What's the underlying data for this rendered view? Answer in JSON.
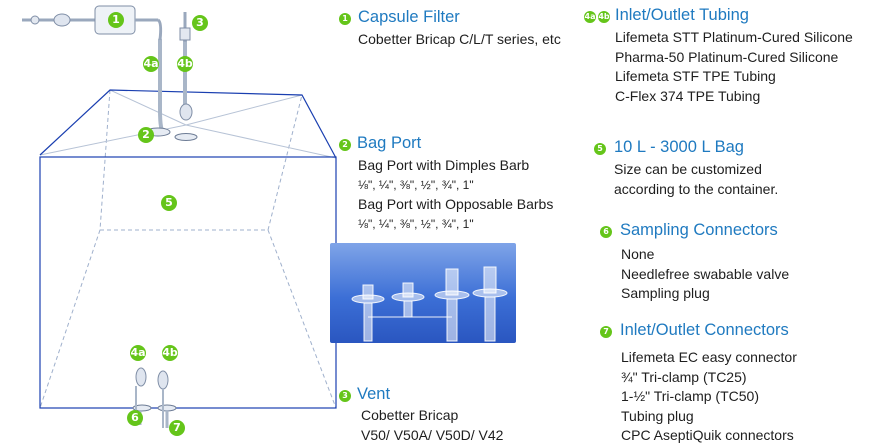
{
  "labels": {
    "b1": "1",
    "b2": "2",
    "b3": "3",
    "b4a": "4a",
    "b4b": "4b",
    "b5": "5",
    "b6": "6",
    "b7": "7"
  },
  "sections": {
    "capsule_filter": {
      "badge": "1",
      "title": "Capsule Filter",
      "lines": [
        "Cobetter Bricap C/L/T series, etc"
      ]
    },
    "tubing": {
      "badge_a": "4a",
      "badge_b": "4b",
      "title": "Inlet/Outlet Tubing",
      "lines": [
        "Lifemeta STT Platinum-Cured Silicone",
        "Pharma-50 Platinum-Cured Silicone",
        "Lifemeta STF TPE Tubing",
        "C-Flex 374 TPE Tubing"
      ]
    },
    "bag_port": {
      "badge": "2",
      "title": "Bag Port",
      "lines": [
        "Bag Port with Dimples Barb",
        "⅛\", ¼\", ⅜\", ½\", ¾\", 1\"",
        "Bag Port with Opposable Barbs",
        "⅛\", ¼\", ⅜\", ½\", ¾\", 1\""
      ]
    },
    "bag": {
      "badge": "5",
      "title": "10 L - 3000 L Bag",
      "lines": [
        "Size can be customized",
        "according to the container."
      ]
    },
    "sampling": {
      "badge": "6",
      "title": "Sampling Connectors",
      "lines": [
        "None",
        "Needlefree swabable valve",
        "Sampling plug"
      ]
    },
    "connectors": {
      "badge": "7",
      "title": "Inlet/Outlet Connectors",
      "lines": [
        "Lifemeta EC easy connector",
        "¾\" Tri-clamp (TC25)",
        "1-½\" Tri-clamp (TC50)",
        "Tubing plug",
        "CPC AseptiQuik connectors"
      ]
    },
    "vent": {
      "badge": "3",
      "title": "Vent",
      "lines": [
        "Cobetter Bricap",
        "V50/ V50A/ V50D/ V42"
      ]
    }
  },
  "colors": {
    "badge": "#65c51a",
    "title": "#1f7ac0",
    "bag_edge": "#1a3fb0",
    "bag_inner": "#9fb0cc",
    "tube": "#a9b6c8"
  }
}
